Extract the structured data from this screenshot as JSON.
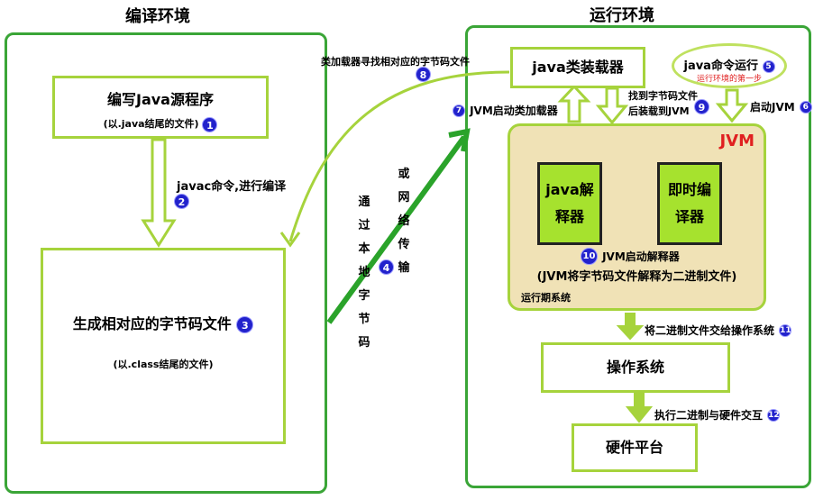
{
  "compile_env": {
    "title": "编译环境",
    "write_source": {
      "title": "编写Java源程序",
      "subtitle": "(以.java结尾的文件)",
      "badge": "1"
    },
    "javac": {
      "label": "javac命令,进行编译",
      "badge": "2"
    },
    "bytecode": {
      "title": "生成相对应的字节码文件",
      "badge": "3",
      "subtitle": "(以.class结尾的文件)"
    }
  },
  "transfer": {
    "local": [
      "通",
      "过",
      "本",
      "地",
      "字",
      "节",
      "码"
    ],
    "network": [
      "或",
      "网",
      "络",
      "传",
      "输"
    ],
    "badge": "4"
  },
  "runtime_env": {
    "title": "运行环境",
    "loader": {
      "title": "java类装载器"
    },
    "java_cmd": {
      "title": "java命令运行",
      "badge": "5",
      "note": "运行环境的第一步"
    },
    "start_jvm": {
      "label": "启动JVM",
      "badge": "6"
    },
    "jvm_start_loader": {
      "label": "JVM启动类加载器",
      "badge": "7"
    },
    "loader_find": {
      "label": "类加载器寻找相对应的字节码文件",
      "badge": "8"
    },
    "found_bytecode": {
      "line1": "找到字节码文件",
      "line2": "后装载到JVM",
      "badge": "9"
    },
    "jvm": {
      "title": "JVM",
      "interpreter": "java解释器",
      "jit": "即时编译器",
      "start_interp": {
        "label": "JVM启动解释器",
        "badge": "10"
      },
      "interp_desc": "(JVM将字节码文件解释为二进制文件)",
      "runtime_system": "运行期系统"
    },
    "to_os": {
      "label": "将二进制文件交给操作系统",
      "badge": "11"
    },
    "os": {
      "title": "操作系统"
    },
    "exec_hw": {
      "label": "执行二进制与硬件交互",
      "badge": "12"
    },
    "hardware": {
      "title": "硬件平台"
    }
  },
  "colors": {
    "panel_border": "#3aa537",
    "box_border": "#a6d33c",
    "jvm_bg": "#f0e2b6",
    "inner_box": "#a6e22e",
    "badge": "#2222cc",
    "jvm_title": "#e02020"
  }
}
